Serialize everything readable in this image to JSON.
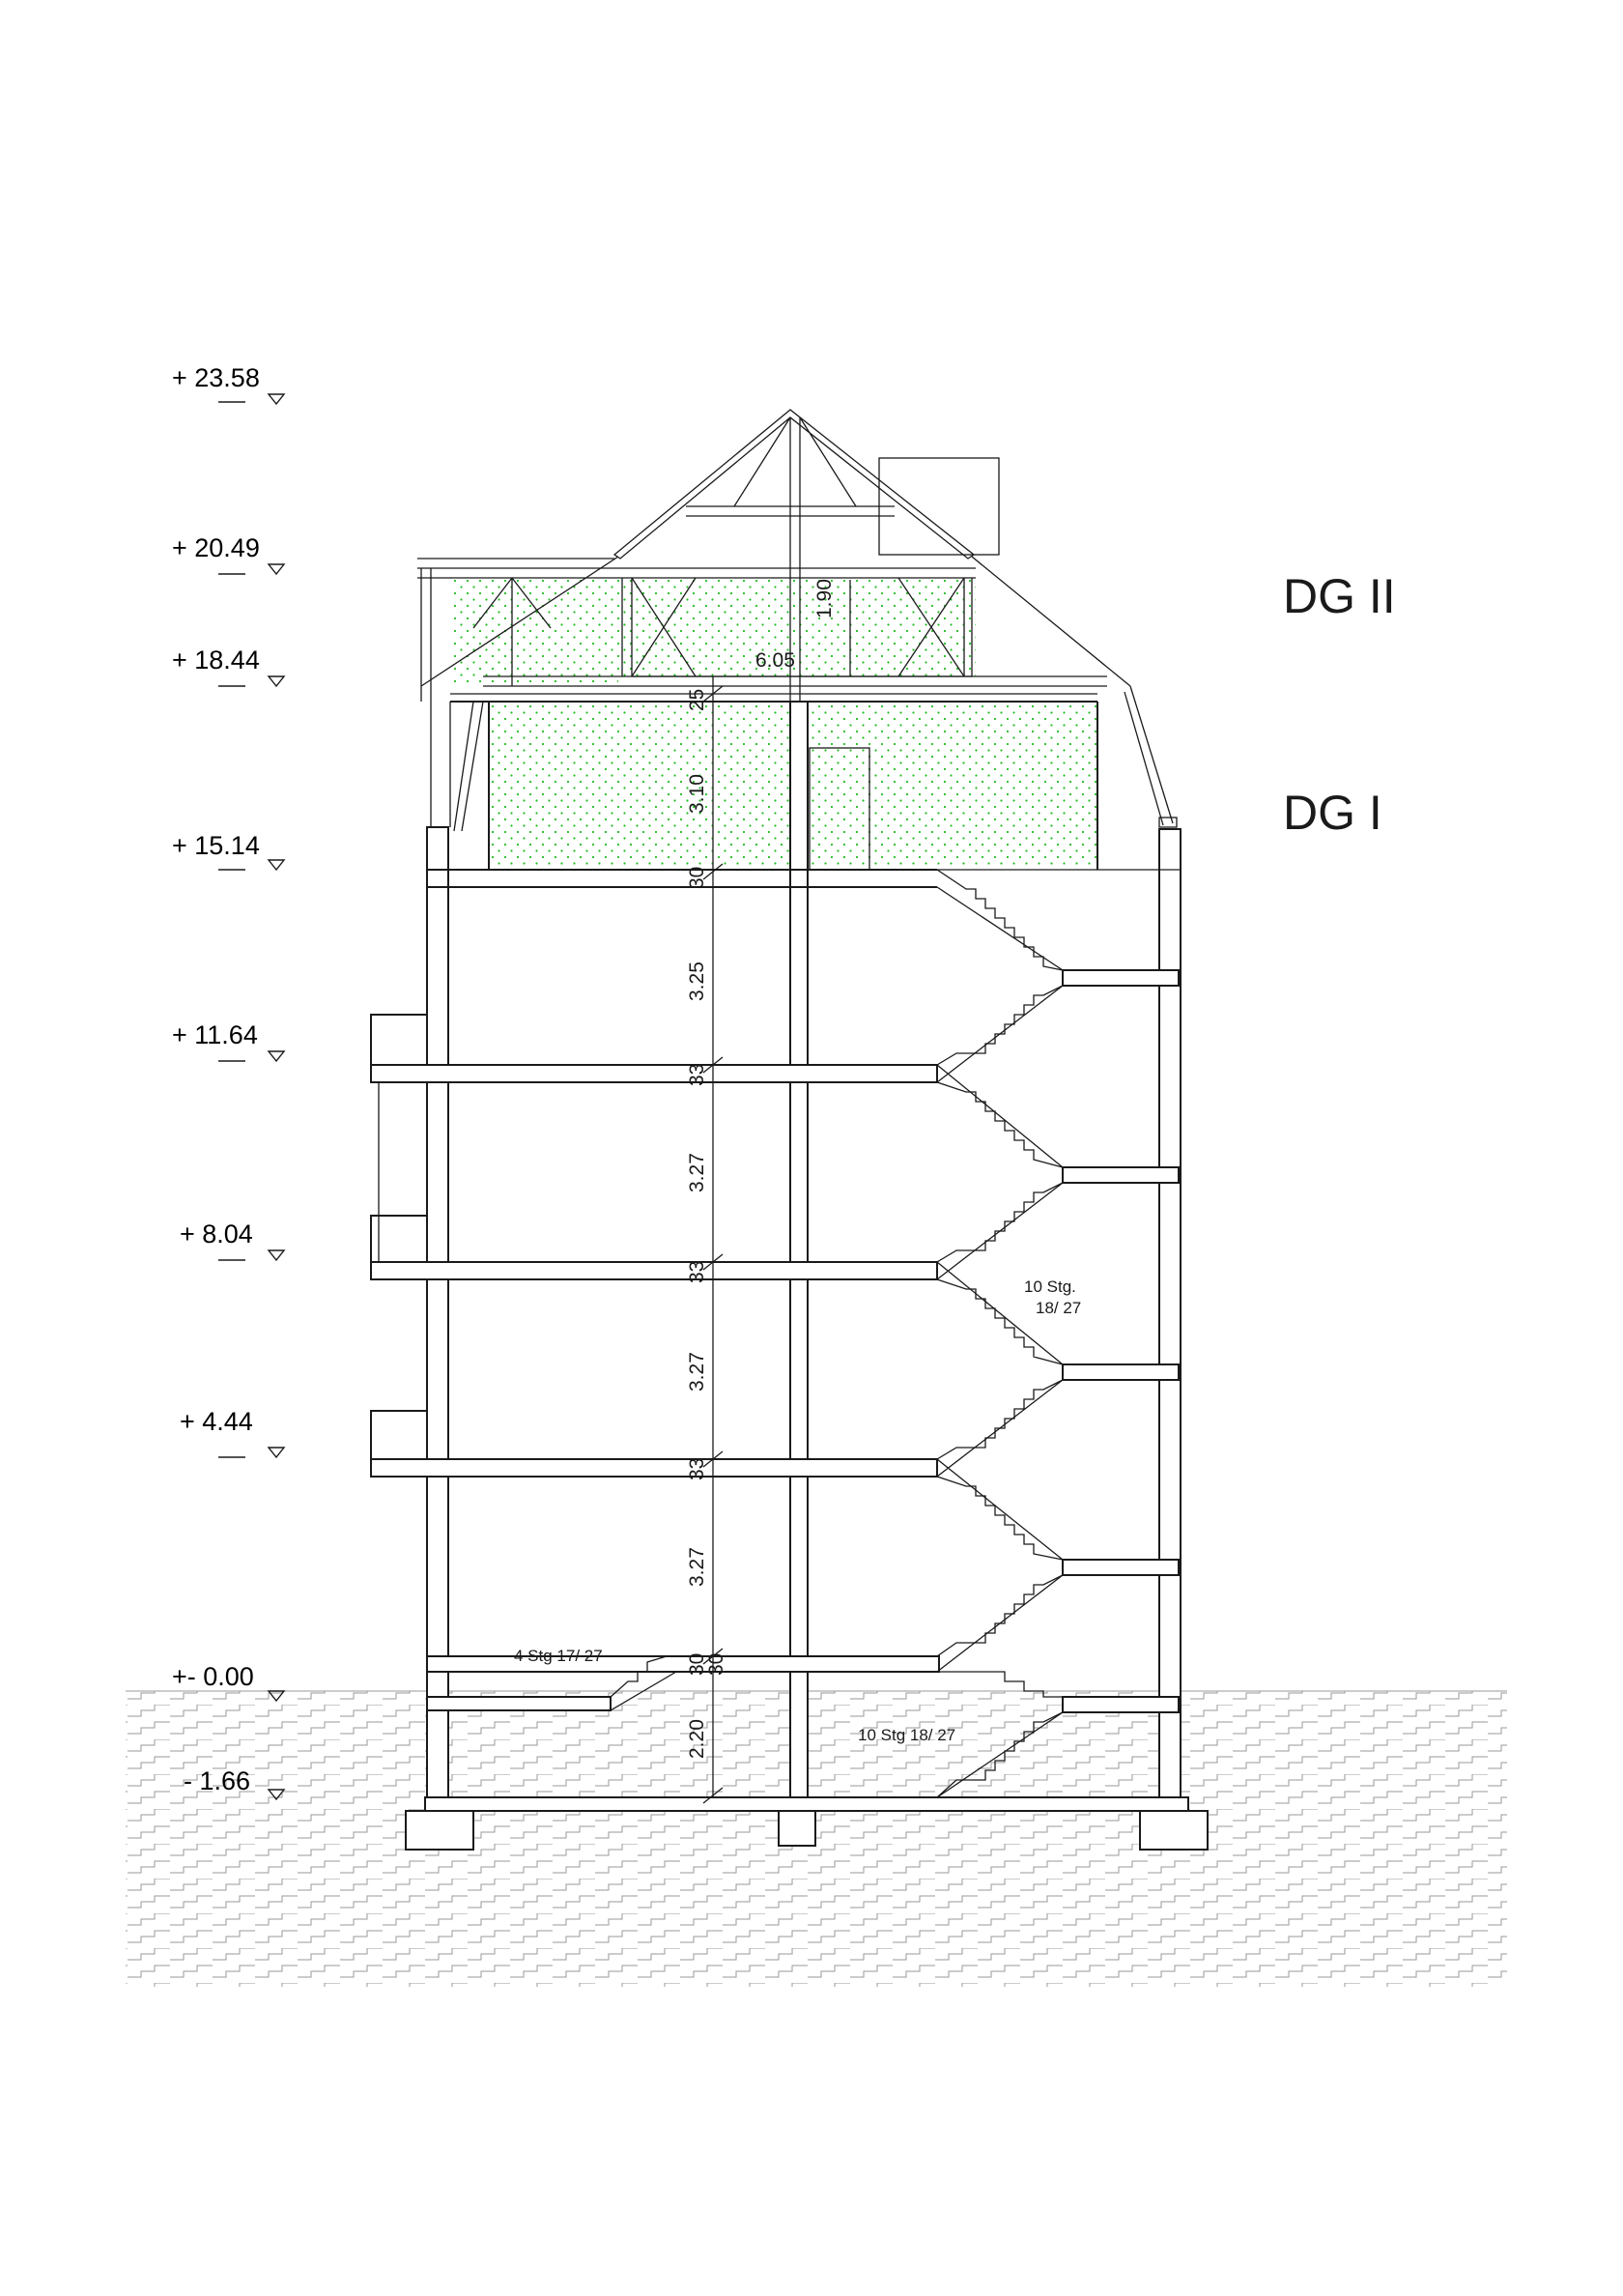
{
  "drawing": {
    "levels": [
      {
        "label": "+ 23.58"
      },
      {
        "label": "+ 20.49"
      },
      {
        "label": "+ 18.44"
      },
      {
        "label": "+ 15.14"
      },
      {
        "label": "+ 11.64"
      },
      {
        "label": "+ 8.04"
      },
      {
        "label": "+ 4.44"
      },
      {
        "label": "+- 0.00"
      },
      {
        "label": "- 1.66"
      }
    ],
    "floor_labels": {
      "dg2": "DG II",
      "dg1": "DG I"
    },
    "dimensions": {
      "roof_width": "6.05",
      "roof_height": "1.90",
      "dg_slab": "25",
      "dg1_height": "3.10",
      "slab_3": "30",
      "floor_3_height": "3.25",
      "slab_2": "33",
      "floor_2_height": "3.27",
      "slab_1": "33",
      "floor_1_height": "3.27",
      "slab_0": "33",
      "floor_0_height": "3.27",
      "slab_ground": "30",
      "slab_ground_2": "30",
      "basement_height": "2.20"
    },
    "stair_notes": {
      "upper": "10 Stg.",
      "upper_ratio": "18/ 27",
      "entry": "4 Stg 17/ 27",
      "basement": "10 Stg 18/ 27"
    },
    "hatch_color": "#22bb22"
  }
}
